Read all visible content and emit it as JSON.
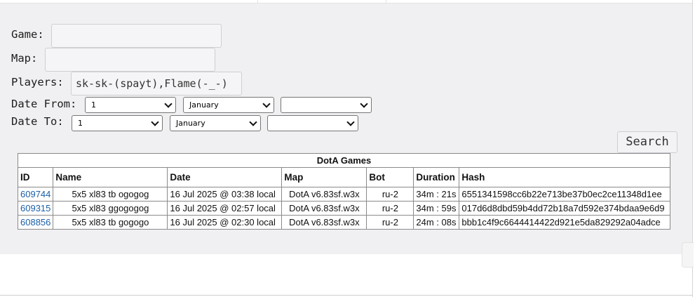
{
  "form": {
    "game_label": "Game:",
    "game_value": "",
    "map_label": "Map:",
    "map_value": "",
    "players_label": "Players:",
    "players_value": "sk-sk-(spayt),Flame(-_-)",
    "date_from_label": "Date From:",
    "date_from": {
      "day": "1",
      "month": "January",
      "year": ""
    },
    "date_to_label": "Date To:",
    "date_to": {
      "day": "1",
      "month": "January",
      "year": ""
    },
    "search_label": "Search"
  },
  "table": {
    "title": "DotA Games",
    "columns": [
      "ID",
      "Name",
      "Date",
      "Map",
      "Bot",
      "Duration",
      "Hash"
    ],
    "rows": [
      [
        "609744",
        "5x5 xl83 tb ogogog",
        "16 Jul 2025 @ 03:38 local",
        "DotA v6.83sf.w3x",
        "ru-2",
        "34m : 21s",
        "6551341598cc6b22e713be37b0ec2ce11348d1ee"
      ],
      [
        "609315",
        "5x5 xl83 ggogogog",
        "16 Jul 2025 @ 02:57 local",
        "DotA v6.83sf.w3x",
        "ru-2",
        "34m : 59s",
        "017d6d8dbd59b4dd72b18a7d592e374bdaa9e6d9"
      ],
      [
        "608856",
        "5x5 xl83 tb gogogo",
        "16 Jul 2025 @ 02:30 local",
        "DotA v6.83sf.w3x",
        "ru-2",
        "24m : 08s",
        "bbb1c4f9c6644414422d921e5da829292a04adce"
      ]
    ]
  },
  "colors": {
    "link": "#1a5fa8",
    "panel_bg": "#f0f0f2"
  }
}
